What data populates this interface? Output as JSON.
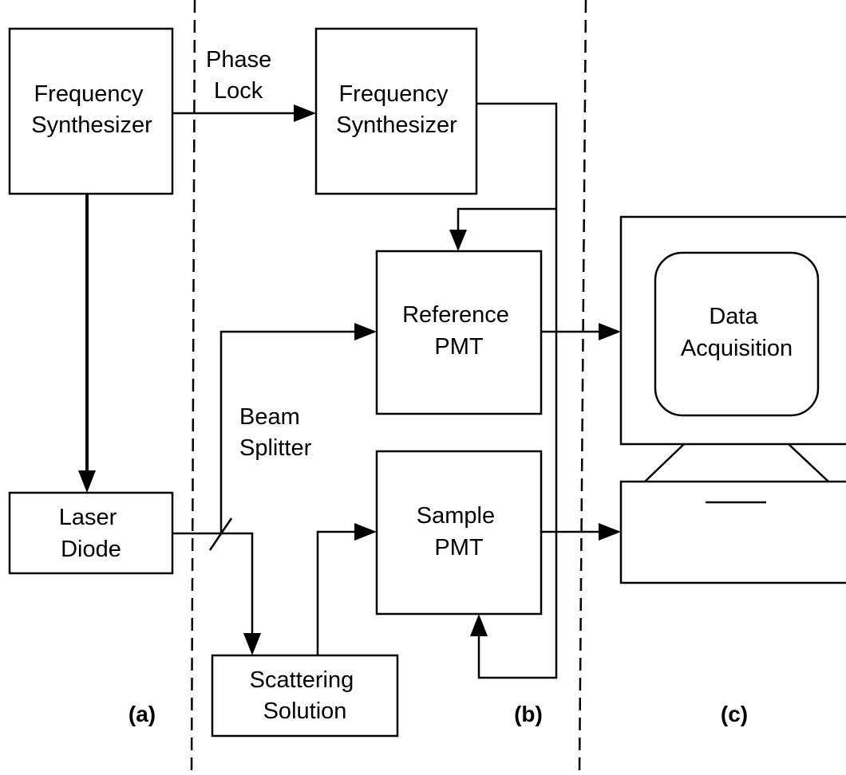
{
  "blocks": {
    "freq_synth_a": [
      "Frequency",
      "Synthesizer"
    ],
    "freq_synth_b": [
      "Frequency",
      "Synthesizer"
    ],
    "laser_diode": [
      "Laser",
      "Diode"
    ],
    "reference_pmt": [
      "Reference",
      "PMT"
    ],
    "sample_pmt": [
      "Sample",
      "PMT"
    ],
    "scattering_solution": [
      "Scattering",
      "Solution"
    ],
    "data_acquisition": [
      "Data",
      "Acquisition"
    ]
  },
  "connectors": {
    "phase_lock": [
      "Phase",
      "Lock"
    ],
    "beam_splitter": [
      "Beam",
      "Splitter"
    ]
  },
  "panels": {
    "a": "(a)",
    "b": "(b)",
    "c": "(c)"
  }
}
